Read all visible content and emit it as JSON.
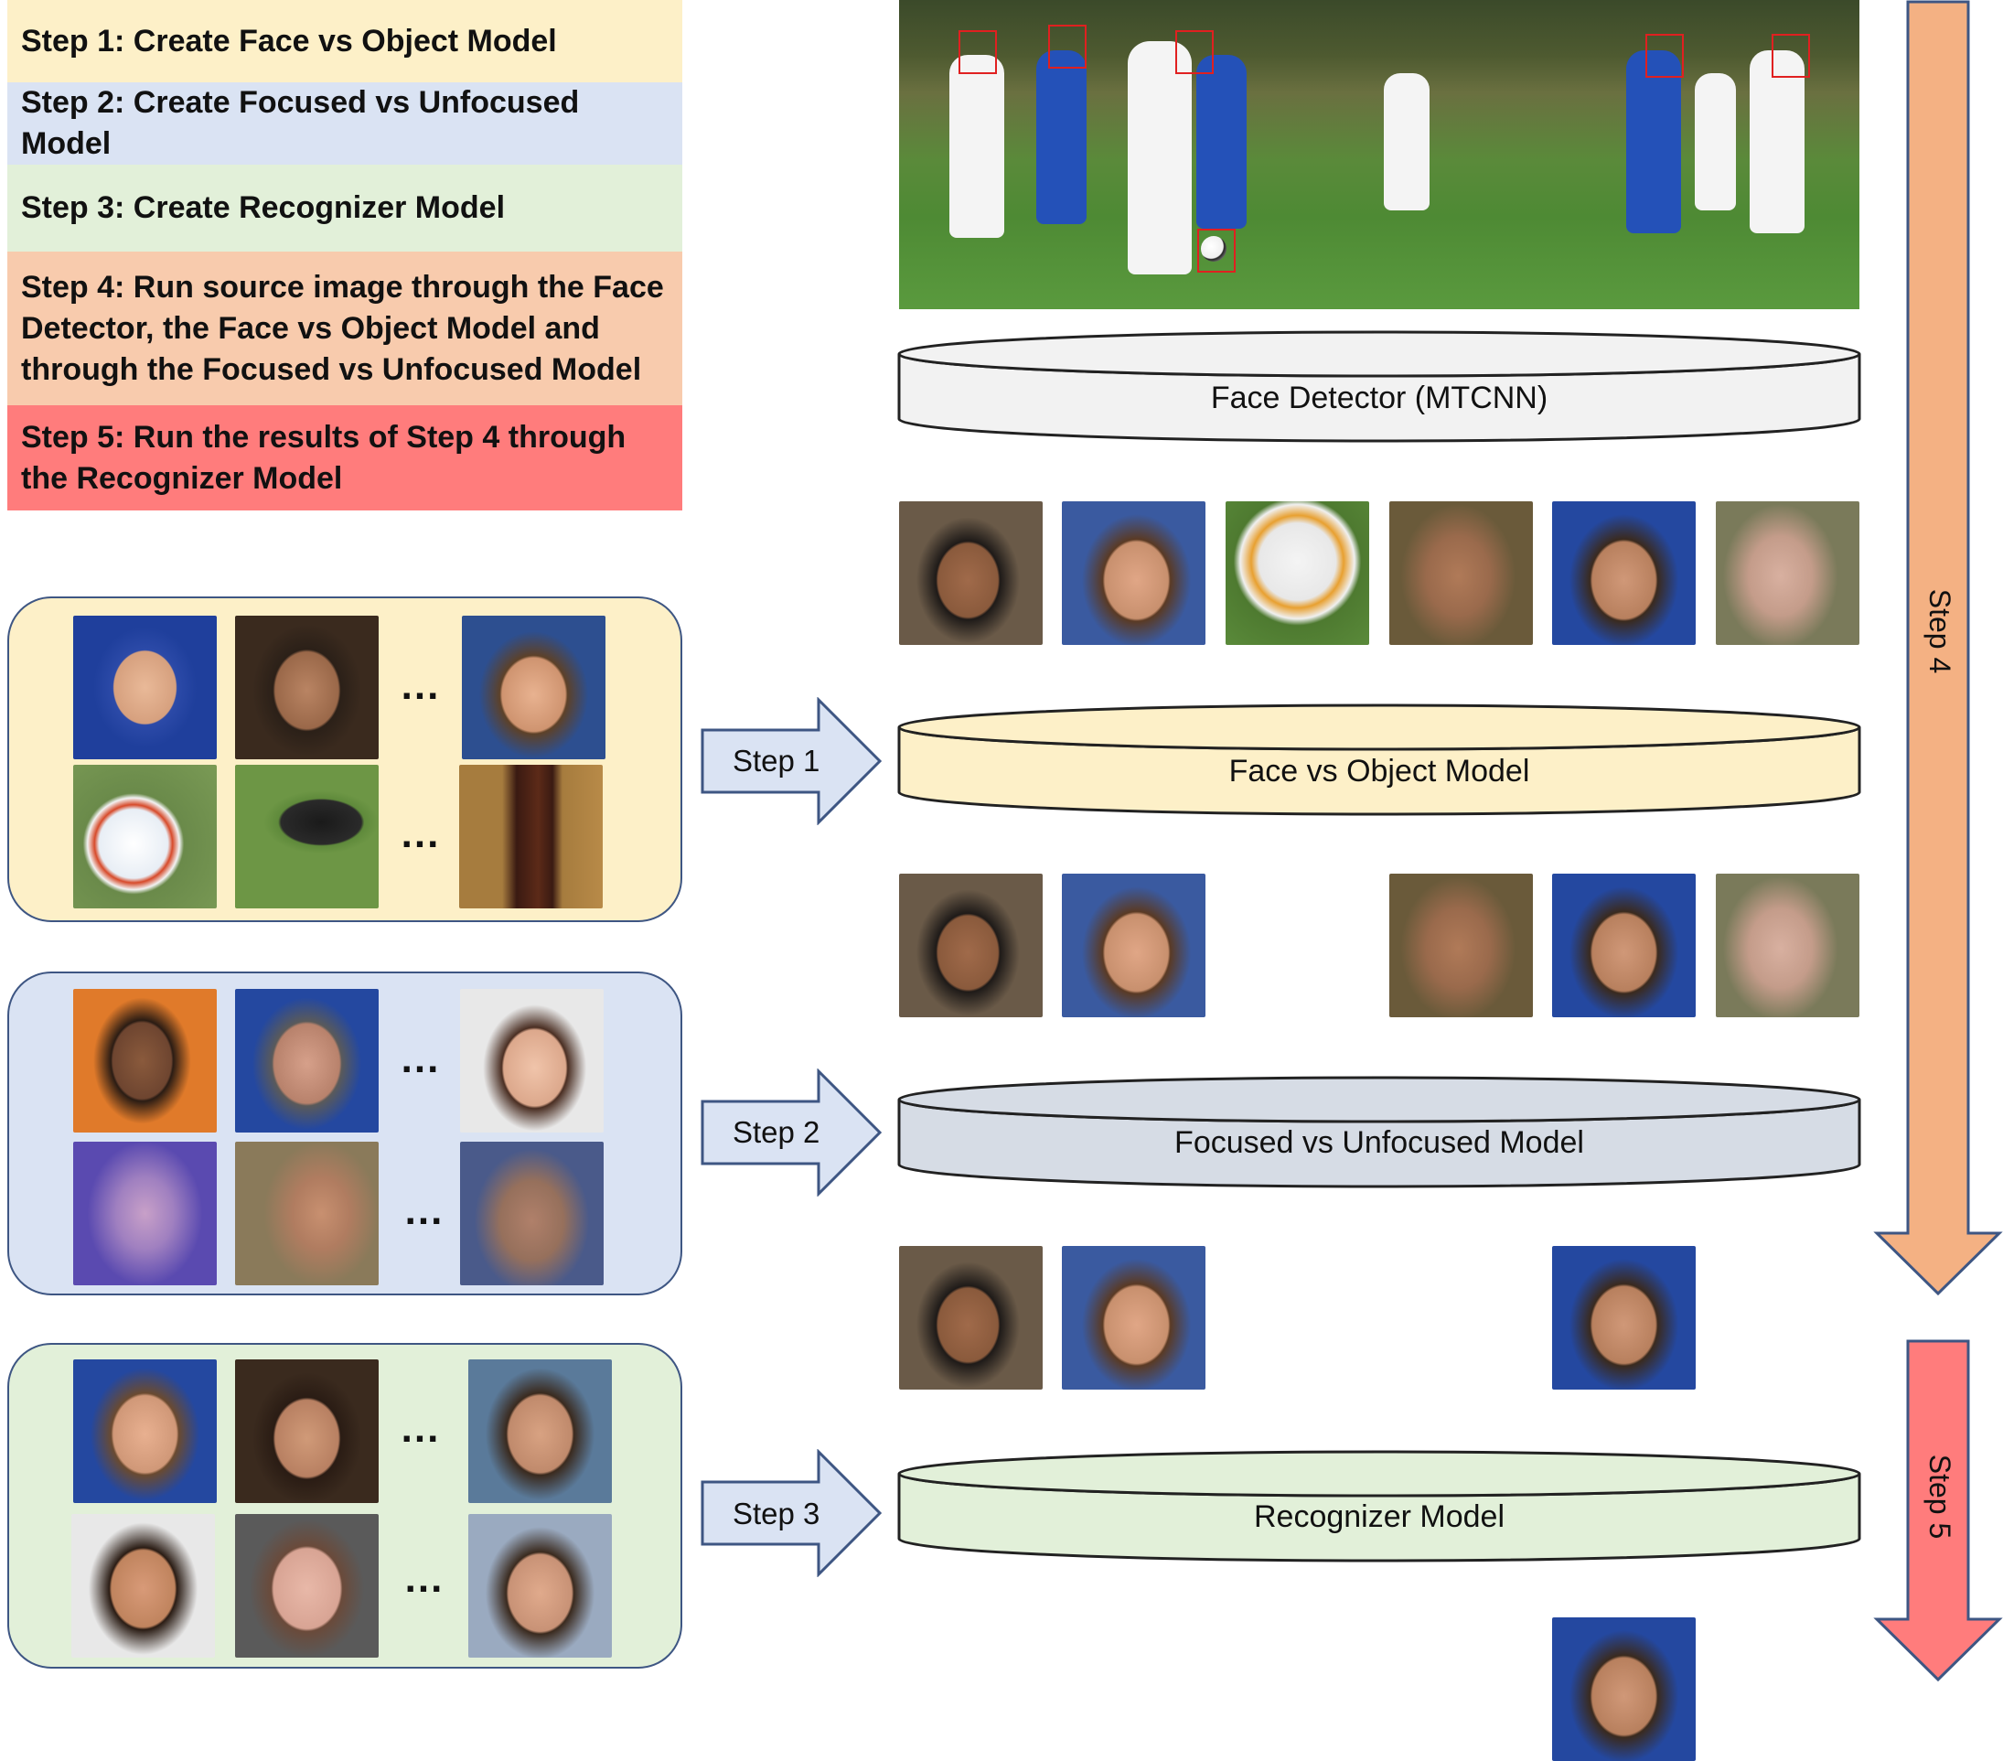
{
  "steps": {
    "step1": "Step 1: Create Face vs Object Model",
    "step2": "Step 2: Create Focused vs Unfocused Model",
    "step3": "Step 3: Create Recognizer Model",
    "step4": "Step 4: Run source image through the Face Detector, the Face vs Object Model and through the Focused vs Unfocused Model",
    "step5": "Step 5: Run the results of Step 4 through the Recognizer Model"
  },
  "panels": {
    "ellipsis": "..."
  },
  "arrows": {
    "step1": "Step 1",
    "step2": "Step 2",
    "step3": "Step 3",
    "step4": "Step 4",
    "step5": "Step 5"
  },
  "models": {
    "face_detector": "Face Detector (MTCNN)",
    "face_vs_object": "Face vs Object Model",
    "focused_vs_unfocused": "Focused vs Unfocused Model",
    "recognizer": "Recognizer Model"
  },
  "colors": {
    "step1": "#fdf0c8",
    "step2": "#dae3f3",
    "step3": "#e2f0d9",
    "step4": "#f8cbad",
    "step5": "#ff7c7c",
    "step4_arrow": "#f4b183",
    "step5_arrow": "#ff7c7c",
    "panel_border": "#3e5683",
    "detector_fill": "#f2f2f2",
    "focus_fill": "#d6dce5"
  },
  "photo_icons": [
    "face-photo",
    "soccer-ball-photo",
    "cleat-photo",
    "bottle-photo",
    "blurred-face-photo",
    "soccer-match-photo"
  ]
}
